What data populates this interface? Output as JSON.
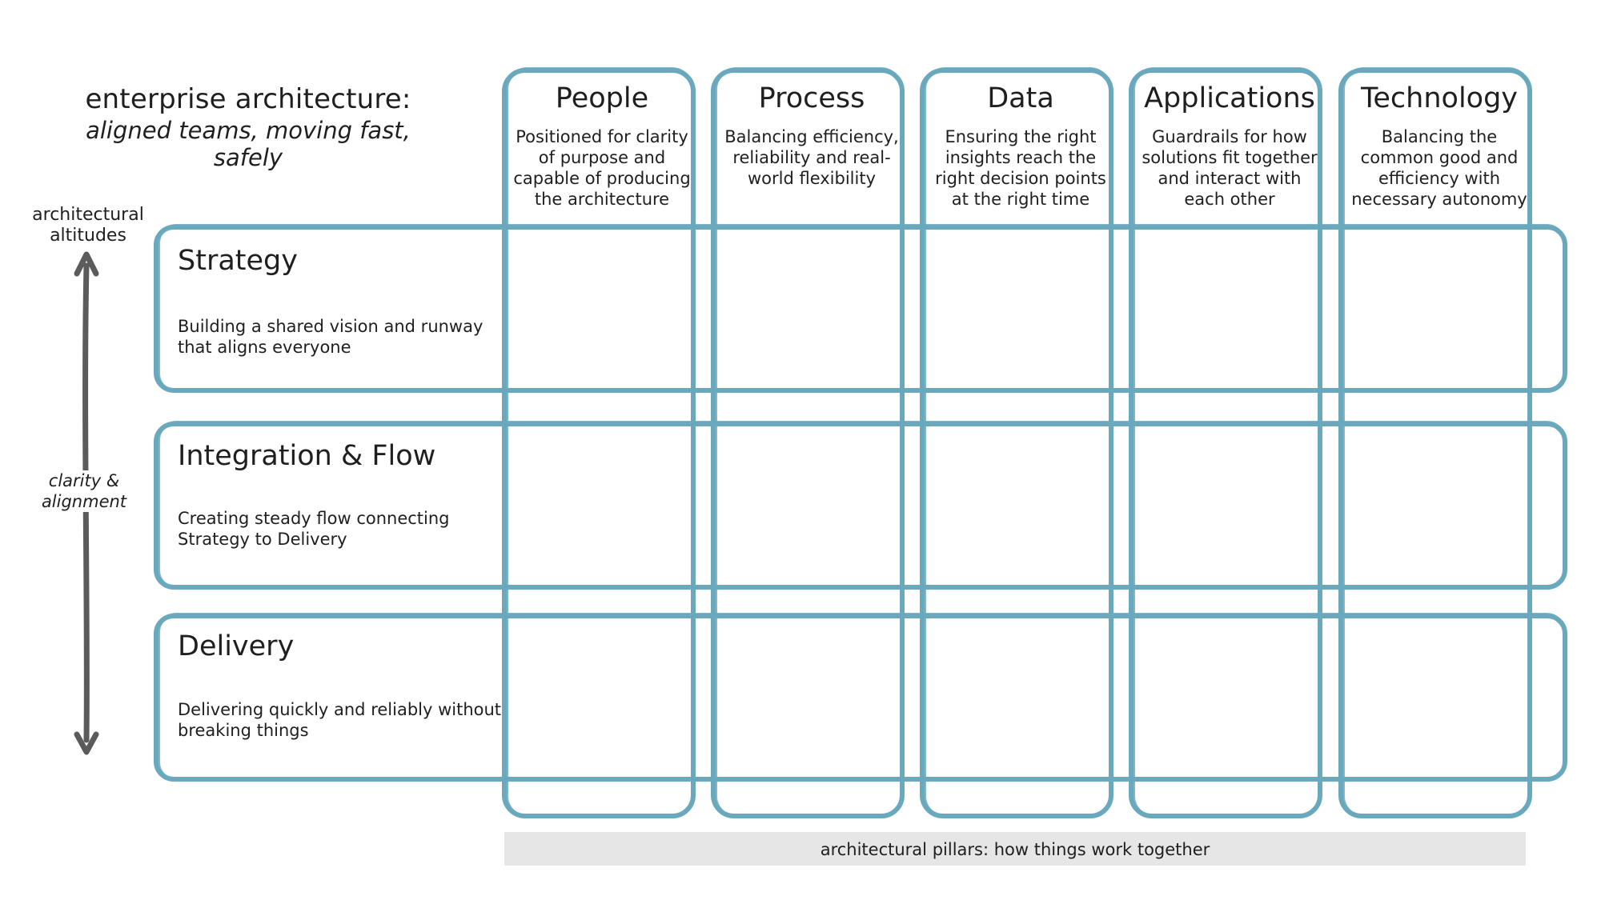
{
  "header": {
    "title": "enterprise architecture:",
    "subtitle": "aligned teams, moving fast, safely"
  },
  "axis": {
    "top_label": "architectural altitudes",
    "middle_label": "clarity & alignment"
  },
  "pillars": [
    {
      "name": "People",
      "description": "Positioned for clarity of purpose and capable of producing the architecture"
    },
    {
      "name": "Process",
      "description": "Balancing efficiency, reliability and real-world flexibility"
    },
    {
      "name": "Data",
      "description": "Ensuring the right insights reach the right decision points at the right time"
    },
    {
      "name": "Applications",
      "description": "Guardrails for how solutions fit together and interact with each other"
    },
    {
      "name": "Technology",
      "description": "Balancing the common good and efficiency with necessary autonomy"
    }
  ],
  "altitudes": [
    {
      "name": "Strategy",
      "description": "Building a shared vision and runway that aligns everyone"
    },
    {
      "name": "Integration & Flow",
      "description": "Creating steady flow connecting Strategy to Delivery"
    },
    {
      "name": "Delivery",
      "description": "Delivering quickly and reliably without breaking things"
    }
  ],
  "footer": {
    "label": "architectural pillars: how things work together"
  },
  "colors": {
    "grid_stroke": "#6aa9bd",
    "arrow": "#5b5b5b",
    "footer_bg": "#e6e6e6"
  }
}
